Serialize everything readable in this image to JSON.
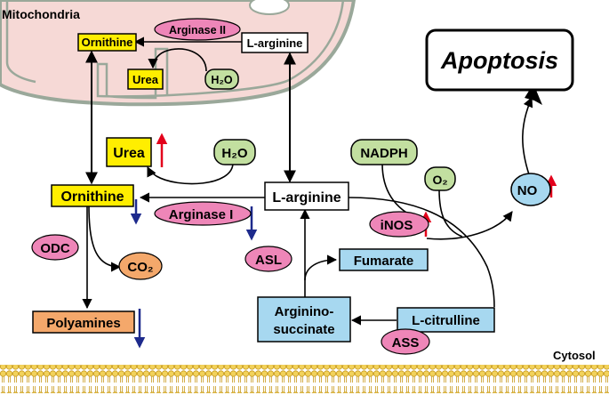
{
  "labels": {
    "mitochondria": "Mitochondria",
    "cytosol": "Cytosol",
    "apoptosis": "Apoptosis"
  },
  "mito": {
    "ornithine": "Ornithine",
    "arginase_ii": "Arginase II",
    "l_arginine": "L-arginine",
    "urea": "Urea",
    "h2o": "H₂O"
  },
  "cyto": {
    "urea": "Urea",
    "h2o": "H₂O",
    "nadph": "NADPH",
    "o2": "O₂",
    "no": "NO",
    "ornithine": "Ornithine",
    "l_arginine": "L-arginine",
    "arginase_i": "Arginase I",
    "inos": "iNOS",
    "odc": "ODC",
    "co2": "CO₂",
    "asl": "ASL",
    "fumarate": "Fumarate",
    "argininosuccinate_1": "Arginino-",
    "argininosuccinate_2": "succinate",
    "l_citrulline": "L-citrulline",
    "polyamines": "Polyamines",
    "ass": "ASS"
  },
  "colors": {
    "mito_fill": "#f6d9d6",
    "mito_stroke": "#9aa89a",
    "yellow_box": "#ffee00",
    "green_oval": "#c2dfa0",
    "pink_oval": "#ee86b8",
    "blue_box": "#a7d8f0",
    "orange_box": "#f4a86b",
    "up_arrow": "#e3001b",
    "down_arrow": "#1d2a8c",
    "membrane": "#e8c24a"
  }
}
